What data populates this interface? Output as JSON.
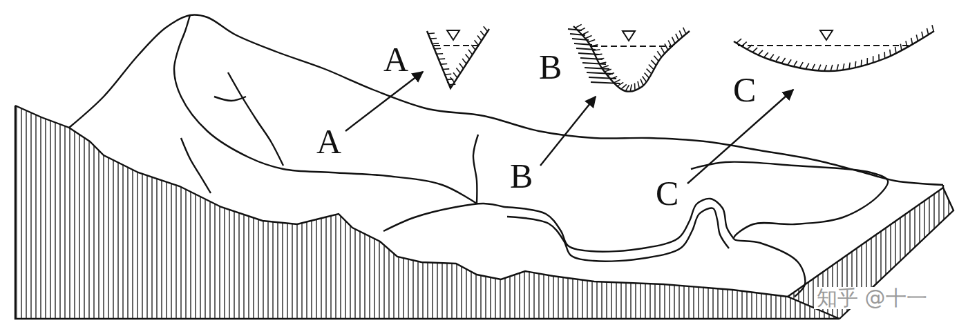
{
  "diagram": {
    "labels": [
      "A",
      "B",
      "C",
      "A",
      "B",
      "C",
      "知乎 @十一"
    ]
  }
}
